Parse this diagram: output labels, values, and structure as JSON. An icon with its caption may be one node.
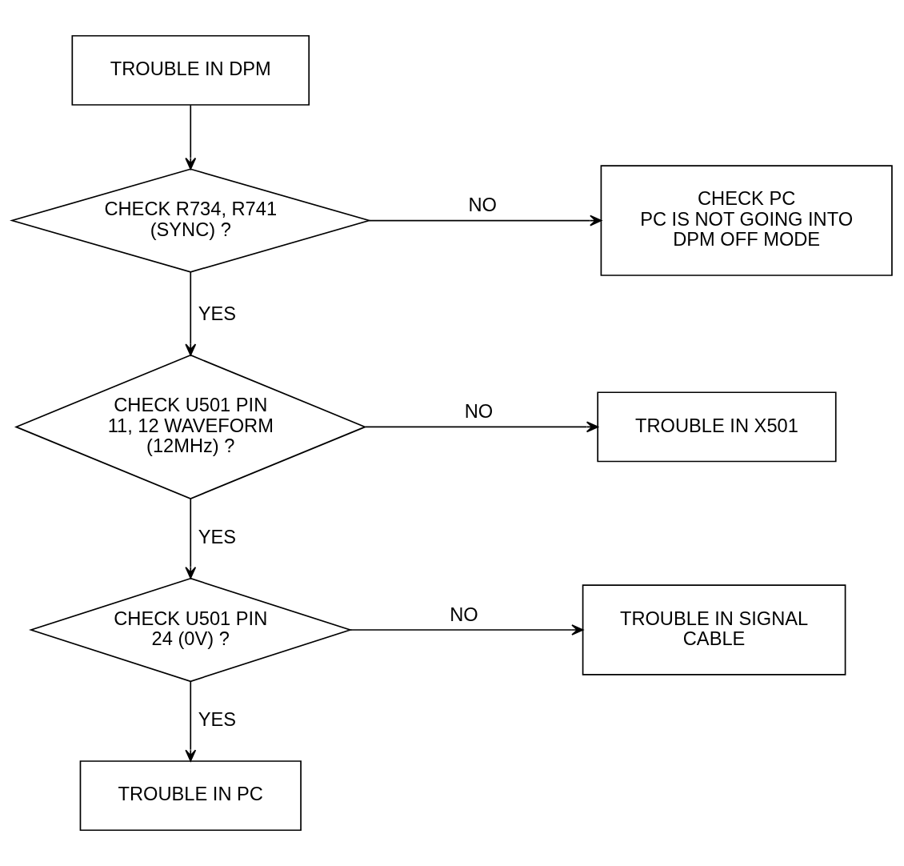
{
  "diagram": {
    "nodes": [
      {
        "text": [
          "TROUBLE IN DPM"
        ]
      },
      {
        "text": [
          "CHECK R734, R741 (SYNC) ?"
        ]
      },
      {
        "text": [
          "CHECK PC",
          "PC IS NOT GOING INTO DPM OFF MODE"
        ]
      },
      {
        "text": [
          "CHECK U501 PIN 11, 12 WAVEFORM (12MHz) ?"
        ]
      },
      {
        "text": [
          "TROUBLE IN X501"
        ]
      },
      {
        "text": [
          "CHECK U501 PIN 24 (0V) ?"
        ]
      },
      {
        "text": [
          "TROUBLE IN SIGNAL CABLE"
        ]
      },
      {
        "text": [
          "TROUBLE IN PC"
        ]
      }
    ],
    "edges": [
      {
        "from": 0,
        "to": 1,
        "arrow": "to"
      },
      {
        "from": 1,
        "to": 2,
        "arrow": "to",
        "label": "NO"
      },
      {
        "from": 1,
        "to": 3,
        "arrow": "to",
        "label": "YES"
      },
      {
        "from": 3,
        "to": 4,
        "arrow": "to",
        "label": "NO"
      },
      {
        "from": 3,
        "to": 5,
        "arrow": "to",
        "label": "YES"
      },
      {
        "from": 5,
        "to": 6,
        "arrow": "to",
        "label": "NO"
      },
      {
        "from": 5,
        "to": 7,
        "arrow": "to",
        "label": "YES"
      }
    ]
  }
}
